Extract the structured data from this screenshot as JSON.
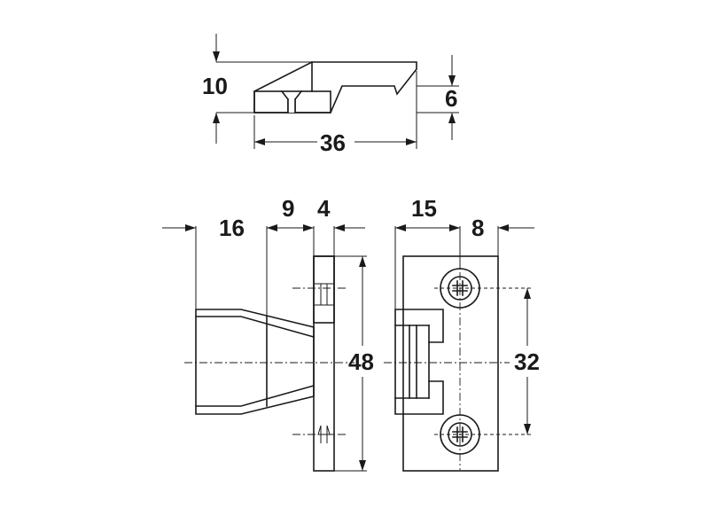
{
  "dimensions": {
    "top_height": "10",
    "top_hook_height": "6",
    "top_length": "36",
    "side_body_length": "16",
    "side_neck_length": "9",
    "side_plate_thickness": "4",
    "side_plate_height": "48",
    "front_keeper_offset": "15",
    "front_plate_margin": "8",
    "front_hole_spacing": "32"
  }
}
